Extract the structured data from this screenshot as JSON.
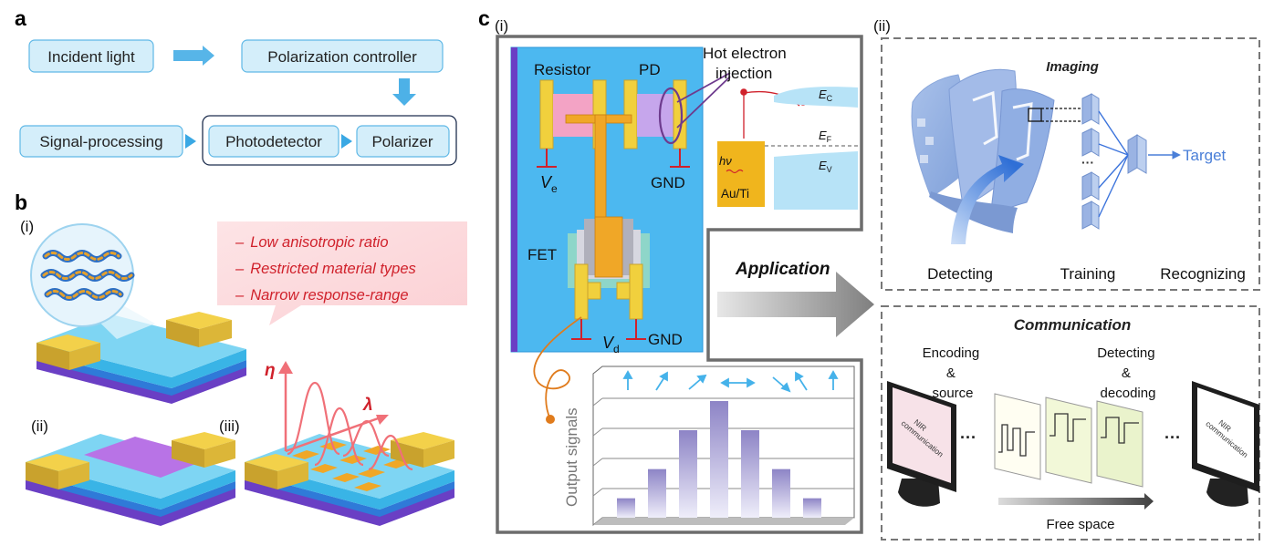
{
  "panel_a": {
    "label": "a",
    "incident_light": "Incident light",
    "polarization_controller": "Polarization controller",
    "polarizer": "Polarizer",
    "photodetector": "Photodetector",
    "signal_processing": "Signal-processing"
  },
  "panel_b": {
    "label": "b",
    "sub_i": "(i)",
    "sub_ii": "(ii)",
    "sub_iii": "(iii)",
    "issues": [
      "Low anisotropic ratio",
      "Restricted material types",
      "Narrow response-range"
    ],
    "dash": "–",
    "eta": "η",
    "lambda": "λ"
  },
  "panel_c": {
    "label": "c",
    "sub_i": "(i)",
    "sub_ii": "(ii)",
    "circuit": {
      "resistor": "Resistor",
      "pd": "PD",
      "ve_main": "V",
      "ve_sub": "e",
      "gnd_top": "GND",
      "fet": "FET",
      "vd_main": "V",
      "vd_sub": "d",
      "gnd_bottom": "GND"
    },
    "hot_electron": [
      "Hot electron",
      "injection"
    ],
    "band": {
      "ec_main": "E",
      "ec_sub": "C",
      "ef_main": "E",
      "ef_sub": "F",
      "ev_main": "E",
      "ev_sub": "V",
      "hv": "hν",
      "metal": "Au/Ti"
    },
    "output_signals": "Output signals",
    "bar_values": [
      1,
      2.5,
      4.5,
      6,
      4.5,
      2.5,
      1
    ],
    "application": "Application",
    "imaging": {
      "title": "Imaging",
      "detecting": "Detecting",
      "training": "Training",
      "recognizing": "Recognizing",
      "target": "Target",
      "ellipsis": "···"
    },
    "communication": {
      "title": "Communication",
      "encoding": [
        "Encoding",
        "&",
        "source"
      ],
      "detecting": [
        "Detecting",
        "&",
        "decoding"
      ],
      "free_space": "Free space",
      "screen_text": [
        "NIR",
        "communication"
      ],
      "ellipsis": "···"
    }
  },
  "colors": {
    "box_fill": "#d4eefa",
    "box_stroke": "#5fb8e6",
    "arrow_blue": "#3aa8e4",
    "red_text": "#d0212b",
    "circuit_blue": "#4cb8f0",
    "gold": "#f1d03d",
    "purple_edge": "#7040c8",
    "bar_purple": "#9f97d0",
    "imaging_blue": "#4a7fd8"
  }
}
